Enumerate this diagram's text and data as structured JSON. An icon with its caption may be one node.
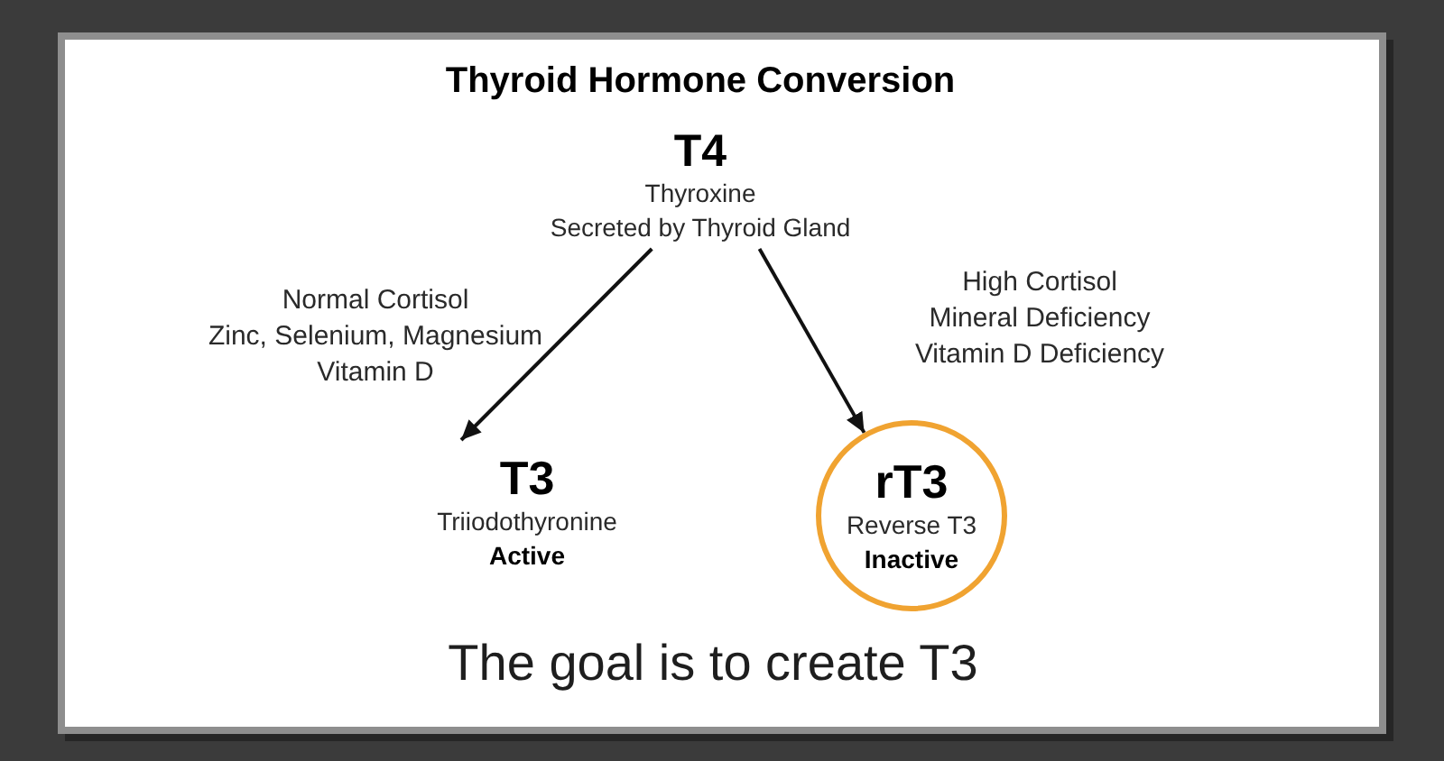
{
  "diagram": {
    "title": "Thyroid Hormone Conversion",
    "caption": "The goal is to create T3",
    "nodes": [
      {
        "text": [
          "T4",
          "Thyroxine",
          "Secreted by Thyroid Gland"
        ]
      },
      {
        "text": [
          "T3",
          "Triiodothyronine",
          "Active"
        ]
      },
      {
        "text": [
          "rT3",
          "Reverse T3",
          "Inactive"
        ]
      }
    ],
    "edges": [
      {
        "from": 0,
        "to": 1,
        "arrow": "to"
      },
      {
        "from": 0,
        "to": 2,
        "arrow": "to"
      }
    ],
    "labels": [
      "Normal Cortisol",
      "Zinc, Selenium, Magnesium",
      "Vitamin D",
      "High Cortisol",
      "Mineral Deficiency",
      "Vitamin D Deficiency"
    ]
  }
}
